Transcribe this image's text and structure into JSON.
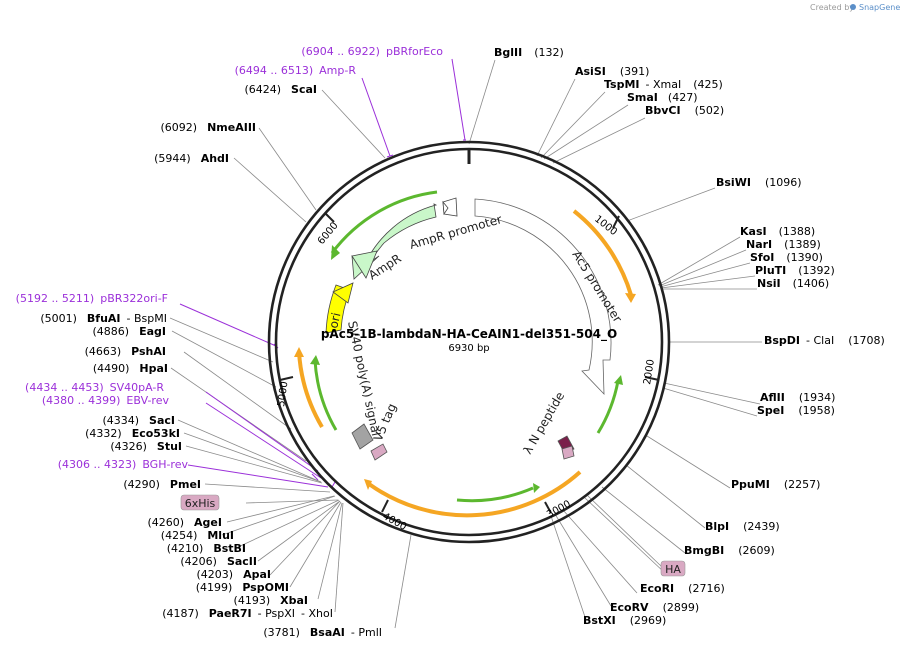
{
  "credit": {
    "prefix": "Created by",
    "brand": "SnapGene"
  },
  "plasmid": {
    "name": "pAc5-1B-lambdaN-HA-CeAIN1-del351-504_O",
    "size": "6930 bp"
  },
  "ticks": [
    "1000",
    "2000",
    "3000",
    "4000",
    "5000",
    "6000"
  ],
  "features": {
    "ampr": "AmpR",
    "ampr_promoter": "AmpR promoter",
    "ori": "ori",
    "ac5_promoter": "Ac5 promoter",
    "sv40": "SV40 poly(A) signal",
    "v5": "V5 tag",
    "lambda_n": "λ N peptide"
  },
  "tags": {
    "his": "6xHis",
    "ha": "HA"
  },
  "enzymes": [
    {
      "name": "BglII",
      "pos": "(132)"
    },
    {
      "name": "AsiSI",
      "pos": "(391)"
    },
    {
      "name": "TspMI",
      "alt": "- XmaI",
      "pos": "(425)"
    },
    {
      "name": "SmaI",
      "pos": "(427)"
    },
    {
      "name": "BbvCI",
      "pos": "(502)"
    },
    {
      "name": "BsiWI",
      "pos": "(1096)"
    },
    {
      "name": "KasI",
      "pos": "(1388)"
    },
    {
      "name": "NarI",
      "pos": "(1389)"
    },
    {
      "name": "SfoI",
      "pos": "(1390)"
    },
    {
      "name": "PluTI",
      "pos": "(1392)"
    },
    {
      "name": "NsiI",
      "pos": "(1406)"
    },
    {
      "name": "BspDI",
      "alt": "- ClaI",
      "pos": "(1708)"
    },
    {
      "name": "AflII",
      "pos": "(1934)"
    },
    {
      "name": "SpeI",
      "pos": "(1958)"
    },
    {
      "name": "PpuMI",
      "pos": "(2257)"
    },
    {
      "name": "BlpI",
      "pos": "(2439)"
    },
    {
      "name": "BmgBI",
      "pos": "(2609)"
    },
    {
      "name": "EcoRI",
      "pos": "(2716)"
    },
    {
      "name": "EcoRV",
      "pos": "(2899)"
    },
    {
      "name": "BstXI",
      "pos": "(2969)"
    },
    {
      "name": "BsaAI",
      "alt": "- PmlI",
      "pos": "(3781)"
    },
    {
      "name": "PaeR7I",
      "alt": "- PspXI",
      "alt2": "- XhoI",
      "pos": "(4187)"
    },
    {
      "name": "XbaI",
      "pos": "(4193)"
    },
    {
      "name": "PspOMI",
      "pos": "(4199)"
    },
    {
      "name": "ApaI",
      "pos": "(4203)"
    },
    {
      "name": "SacII",
      "pos": "(4206)"
    },
    {
      "name": "BstBI",
      "pos": "(4210)"
    },
    {
      "name": "MluI",
      "pos": "(4254)"
    },
    {
      "name": "AgeI",
      "pos": "(4260)"
    },
    {
      "name": "PmeI",
      "pos": "(4290)"
    },
    {
      "name": "StuI",
      "pos": "(4326)"
    },
    {
      "name": "Eco53kI",
      "pos": "(4332)"
    },
    {
      "name": "SacI",
      "pos": "(4334)"
    },
    {
      "name": "HpaI",
      "pos": "(4490)"
    },
    {
      "name": "PshAI",
      "pos": "(4663)"
    },
    {
      "name": "EagI",
      "pos": "(4886)"
    },
    {
      "name": "BfuAI",
      "alt": "- BspMI",
      "pos": "(5001)"
    },
    {
      "name": "AhdI",
      "pos": "(5944)"
    },
    {
      "name": "NmeAIII",
      "pos": "(6092)"
    },
    {
      "name": "ScaI",
      "pos": "(6424)"
    }
  ],
  "primers": [
    {
      "range": "(6904 .. 6922)",
      "name": "pBRforEco"
    },
    {
      "range": "(6494 .. 6513)",
      "name": "Amp-R"
    },
    {
      "range": "(5192 .. 5211)",
      "name": "pBR322ori-F"
    },
    {
      "range": "(4434 .. 4453)",
      "name": "SV40pA-R"
    },
    {
      "range": "(4380 .. 4399)",
      "name": "EBV-rev"
    },
    {
      "range": "(4306 .. 4323)",
      "name": "BGH-rev"
    }
  ],
  "colors": {
    "backbone": "#222222",
    "primer": "#9b30d9",
    "amp": "#c9f7c9",
    "ori": "#ffff00",
    "orf_orange": "#f5a623",
    "orf_green": "#5cb82f",
    "tag": "#d9a9c3"
  }
}
